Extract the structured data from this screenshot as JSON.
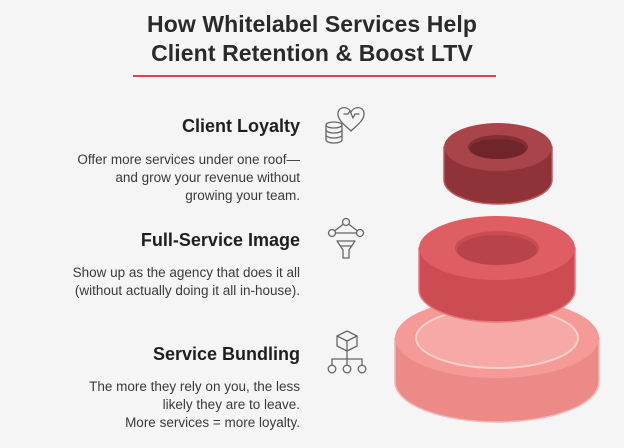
{
  "title": {
    "line1": "How Whitelabel Services Help",
    "line2": "Client Retention & Boost LTV"
  },
  "items": [
    {
      "heading": "Client Loyalty",
      "lines": [
        "Offer more services under one roof—",
        "and grow your revenue without",
        "growing your team."
      ],
      "icon": "heart-coins-icon"
    },
    {
      "heading": "Full-Service Image",
      "lines": [
        "Show up as the agency that does it all",
        "(without actually doing it all in-house)."
      ],
      "icon": "network-funnel-icon"
    },
    {
      "heading": "Service Bundling",
      "lines": [
        "The more they rely on you, the less",
        "likely they are to leave.",
        "More services = more loyalty."
      ],
      "icon": "box-hierarchy-icon"
    }
  ],
  "colors": {
    "accent": "#d9464a",
    "ring_top": "#a9444a",
    "ring_middle": "#de5e63",
    "ring_bottom": "#f59a96"
  }
}
